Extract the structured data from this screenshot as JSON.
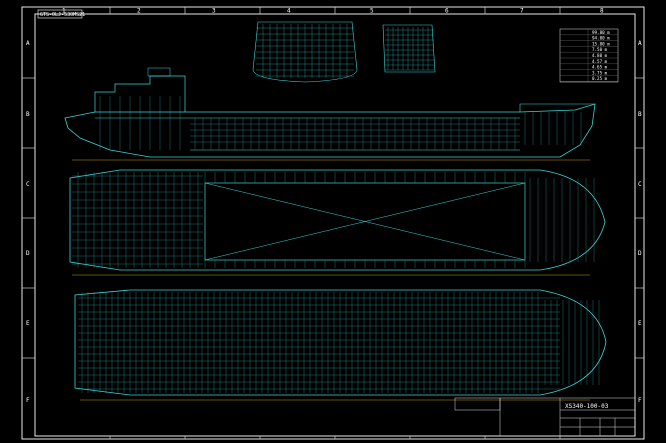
{
  "sheet": {
    "columns": [
      "1",
      "2",
      "3",
      "4",
      "5",
      "6",
      "7",
      "8"
    ],
    "rows": [
      "A",
      "B",
      "C",
      "D",
      "E",
      "F"
    ],
    "ref_code": "GTS-OLJ-530MS21"
  },
  "views": {
    "top_left_title": "",
    "small_title": "",
    "profile_label": "",
    "plan_label": ""
  },
  "particulars": {
    "rows": [
      {
        "name": "",
        "value": "99.80 m"
      },
      {
        "name": "",
        "value": "94.00 m"
      },
      {
        "name": "",
        "value": "15.80 m"
      },
      {
        "name": "",
        "value": "7.50 m"
      },
      {
        "name": "",
        "value": "4.80 m"
      },
      {
        "name": "",
        "value": "4.57 m"
      },
      {
        "name": "",
        "value": "4.65 m"
      },
      {
        "name": "",
        "value": "3.75 m"
      },
      {
        "name": "",
        "value": "0.25 m"
      }
    ]
  },
  "title_block": {
    "drawing_no": "XS340-100-03",
    "title": "",
    "company": "",
    "scale_note": ""
  }
}
